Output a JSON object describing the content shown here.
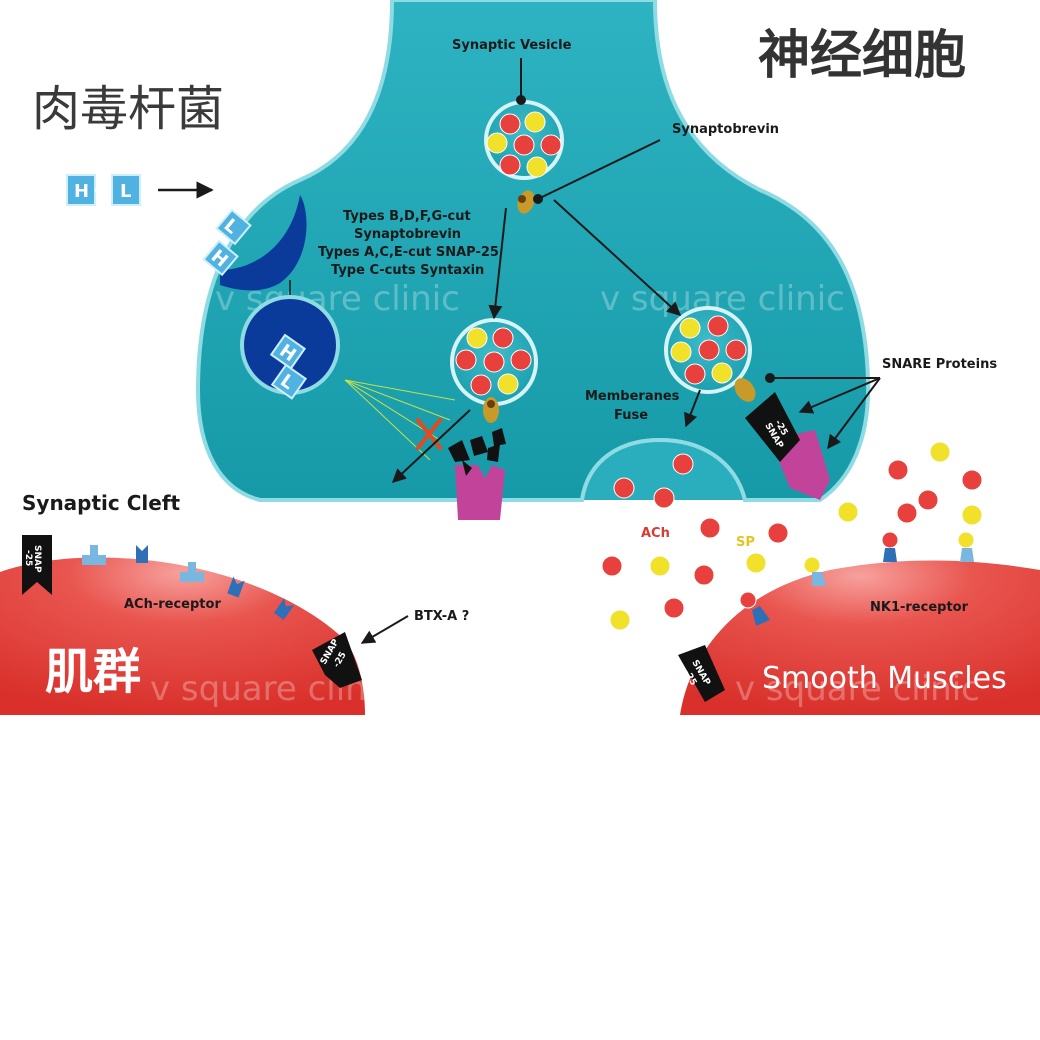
{
  "labels": {
    "zh_bacteria": "肉毒杆菌",
    "zh_nerve_cell": "神经细胞",
    "zh_muscle": "肌群",
    "synaptic_vesicle": "Synaptic Vesicle",
    "synaptobrevin": "Synaptobrevin",
    "types_line1": "Types B,D,F,G-cut",
    "types_line2": "Synaptobrevin",
    "types_line3": "Types A,C,E-cut SNAP-25",
    "types_line4": "Type C-cuts Syntaxin",
    "snare_proteins": "SNARE Proteins",
    "membranes_line1": "Memberanes",
    "membranes_line2": "Fuse",
    "synaptic_cleft": "Synaptic Cleft",
    "ach": "ACh",
    "sp": "SP",
    "ach_receptor": "ACh-receptor",
    "btx_a": "BTX-A ?",
    "nk1_receptor": "NK1-receptor",
    "smooth_muscles": "Smooth Muscles",
    "watermark": "v square clinic",
    "toxin_h": "H",
    "toxin_l": "L",
    "snap_line1": "SNAP",
    "snap_line2": "-25"
  },
  "colors": {
    "neuron": "#1fa9b8",
    "neuron_light": "#6fd3dc",
    "muscle": "#e0443f",
    "muscle_light": "#f28a86",
    "toxin_dark": "#0a3a9a",
    "toxin_light": "#4fb2e0",
    "ach_ball": "#e8413d",
    "sp_ball": "#f1e12a",
    "snap": "#111111",
    "syntaxin": "#c2449a",
    "cross": "#e24a22",
    "ray": "#c8e04a"
  }
}
